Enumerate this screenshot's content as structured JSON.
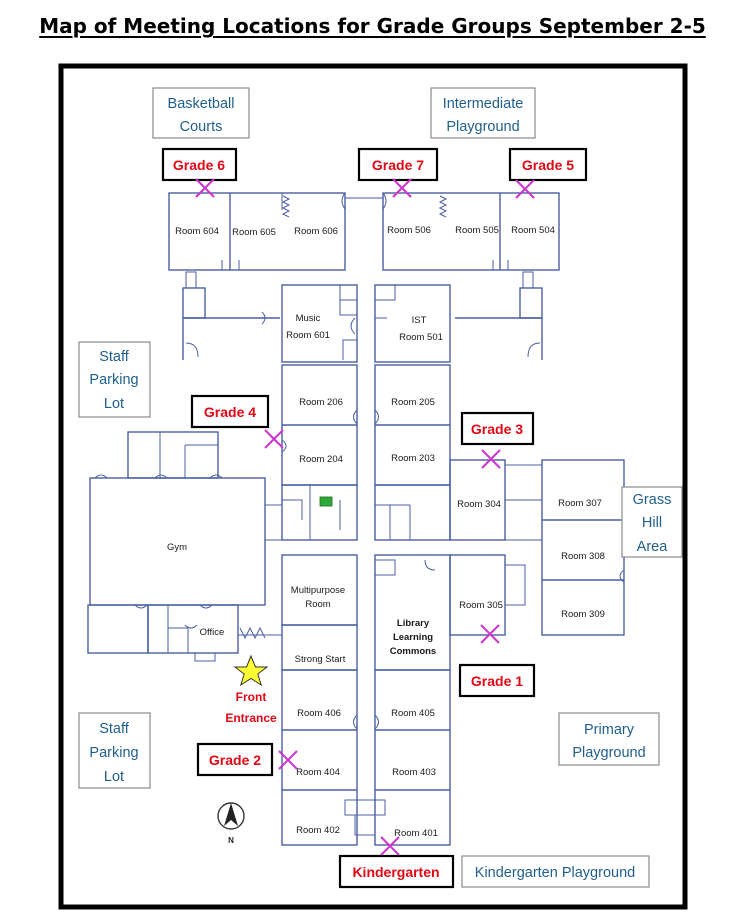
{
  "title": "Map of Meeting Locations for Grade Groups September 2-5",
  "areas": {
    "basketball": [
      "Basketball",
      "Courts"
    ],
    "intermediate": [
      "Intermediate",
      "Playground"
    ],
    "staff_top": [
      "Staff",
      "Parking",
      "Lot"
    ],
    "staff_bottom": [
      "Staff",
      "Parking",
      "Lot"
    ],
    "grass": [
      "Grass",
      "Hill",
      "Area"
    ],
    "primary": [
      "Primary",
      "Playground"
    ],
    "kinder_playground": "Kindergarten Playground"
  },
  "grades": {
    "g6": "Grade 6",
    "g7": "Grade 7",
    "g5": "Grade 5",
    "g4": "Grade 4",
    "g3": "Grade 3",
    "g1": "Grade 1",
    "g2": "Grade 2",
    "k": "Kindergarten"
  },
  "rooms": {
    "r604": "Room 604",
    "r605": "Room 605",
    "r606": "Room 606",
    "r506": "Room 506",
    "r505": "Room 505",
    "r504": "Room 504",
    "music": "Music",
    "r601": "Room 601",
    "ist": "IST",
    "r501": "Room 501",
    "r206": "Room 206",
    "r205": "Room 205",
    "r204": "Room 204",
    "r203": "Room 203",
    "r304": "Room 304",
    "r307": "Room 307",
    "r308": "Room 308",
    "r309": "Room 309",
    "gym": "Gym",
    "multi1": "Multipurpose",
    "multi2": "Room",
    "r305": "Room 305",
    "lib1": "Library",
    "lib2": "Learning",
    "lib3": "Commons",
    "office": "Office",
    "strong": "Strong Start",
    "r406": "Room 406",
    "r405": "Room 405",
    "r404": "Room 404",
    "r403": "Room 403",
    "r402": "Room 402",
    "r401": "Room 401"
  },
  "entrance": [
    "Front",
    "Entrance"
  ],
  "compass": "N",
  "colors": {
    "grade_text": "#e30613",
    "area_text": "#1f5f8b",
    "walls": "#4a5fa3",
    "marker": "#cc33cc",
    "star": "#ffff33",
    "border": "#000000"
  },
  "icons": {
    "entrance": "star-icon",
    "meeting_spot": "x-mark-icon",
    "north": "compass-icon"
  }
}
